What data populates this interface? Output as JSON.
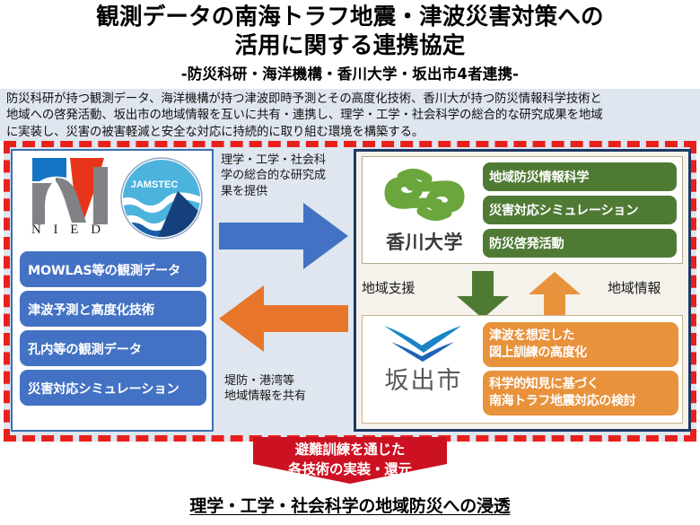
{
  "title": {
    "line1": "観測データの南海トラフ地震・津波災害対策への",
    "line2": "活用に関する連携協定",
    "subtitle": "-防災科研・海洋機構・香川大学・坂出市4者連携-"
  },
  "description": {
    "line1": "防災科研が持つ観測データ、海洋機構が持つ津波即時予測とその高度化技術、香川大が持つ防災情報科学技術と",
    "line2": "地域への啓発活動、坂出市の地域情報を互いに共有・連携し、理学・工学・社会科学の総合的な研究成果を地域",
    "line3": "に実装し、災害の被害軽減と安全な対応に持続的に取り組む環境を構築する。"
  },
  "left_panel": {
    "logos": [
      {
        "name": "nied-logo",
        "caption": "N I E D"
      },
      {
        "name": "jamstec-logo",
        "caption": "JAMSTEC"
      }
    ],
    "items": [
      "MOWLAS等の観測データ",
      "津波予測と高度化技術",
      "孔内等の観測データ",
      "災害対応シミュレーション"
    ]
  },
  "center": {
    "caption_top_line1": "理学・工学・社会科",
    "caption_top_line2": "学の総合的な研究成",
    "caption_top_line3": "果を提供",
    "caption_bottom_line1": "堤防・港湾等",
    "caption_bottom_line2": "地域情報を共有",
    "arrow_right_name": "blue-right-arrow",
    "arrow_left_name": "orange-left-arrow"
  },
  "right_panel": {
    "kagawa": {
      "name": "香川大学",
      "items": [
        "地域防災情報科学",
        "災害対応シミュレーション",
        "防災啓発活動"
      ]
    },
    "middle": {
      "label_left": "地域支援",
      "label_right": "地域情報"
    },
    "sakaide": {
      "name": "坂出市",
      "items": [
        {
          "line1": "津波を想定した",
          "line2": "図上訓練の高度化"
        },
        {
          "line1": "科学的知見に基づく",
          "line2": "南海トラフ地震対応の検討"
        }
      ]
    }
  },
  "banner": {
    "line1": "避難訓練を通じた",
    "line2": "各技術の実装・還元"
  },
  "footer": {
    "text": "理学・工学・社会科学の地域防災への浸透"
  },
  "colors": {
    "red_frame": "#e8201c",
    "blue_box": "#4372c4",
    "green_box": "#4f7a34",
    "orange_box": "#e8923c",
    "navy_border": "#1f3864",
    "panel_bg": "#dfe6ef",
    "banner_red": "#cc1122"
  }
}
